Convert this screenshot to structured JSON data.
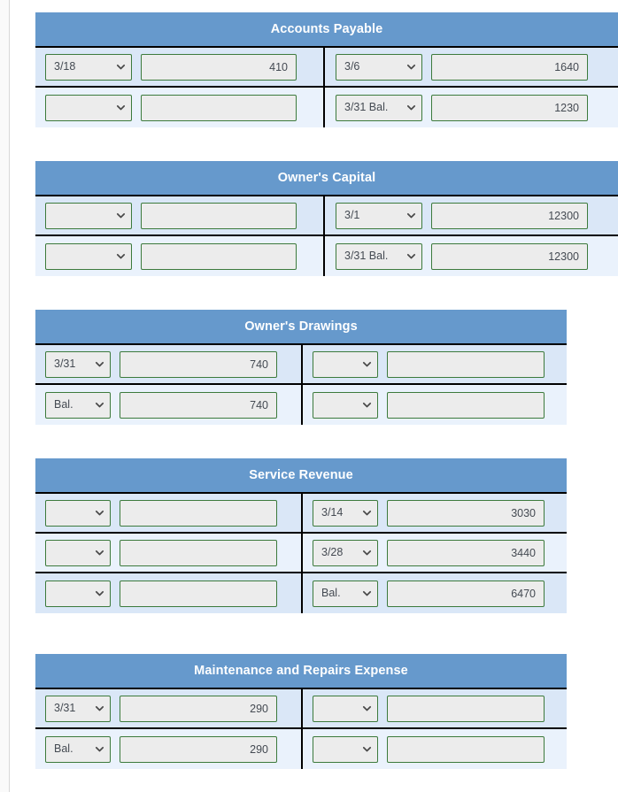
{
  "page": {
    "accent_header_color": "#6699cc",
    "row_odd_color": "#dae7f7",
    "row_even_color": "#eaf2fc",
    "field_fill_color": "#ececec",
    "field_border_color": "#3c7a3c",
    "divider_color": "#000000",
    "header_text_color": "#ffffff"
  },
  "icons": {
    "chevron_down": "chevron-down-icon"
  },
  "accounts": [
    {
      "title": "Accounts Payable",
      "width": "wide",
      "rows": [
        {
          "debit_date": "3/18",
          "debit_amount": "410",
          "credit_date": "3/6",
          "credit_amount": "1640"
        },
        {
          "debit_date": "",
          "debit_amount": "",
          "credit_date": "3/31 Bal.",
          "credit_amount": "1230"
        }
      ]
    },
    {
      "title": "Owner's Capital",
      "width": "wide",
      "rows": [
        {
          "debit_date": "",
          "debit_amount": "",
          "credit_date": "3/1",
          "credit_amount": "12300"
        },
        {
          "debit_date": "",
          "debit_amount": "",
          "credit_date": "3/31 Bal.",
          "credit_amount": "12300"
        }
      ]
    },
    {
      "title": "Owner's Drawings",
      "width": "narrow",
      "rows": [
        {
          "debit_date": "3/31",
          "debit_amount": "740",
          "credit_date": "",
          "credit_amount": ""
        },
        {
          "debit_date": "Bal.",
          "debit_amount": "740",
          "credit_date": "",
          "credit_amount": ""
        }
      ]
    },
    {
      "title": "Service Revenue",
      "width": "narrow",
      "rows": [
        {
          "debit_date": "",
          "debit_amount": "",
          "credit_date": "3/14",
          "credit_amount": "3030"
        },
        {
          "debit_date": "",
          "debit_amount": "",
          "credit_date": "3/28",
          "credit_amount": "3440"
        },
        {
          "debit_date": "",
          "debit_amount": "",
          "credit_date": "Bal.",
          "credit_amount": "6470"
        }
      ]
    },
    {
      "title": "Maintenance and Repairs Expense",
      "width": "narrow",
      "rows": [
        {
          "debit_date": "3/31",
          "debit_amount": "290",
          "credit_date": "",
          "credit_amount": ""
        },
        {
          "debit_date": "Bal.",
          "debit_amount": "290",
          "credit_date": "",
          "credit_amount": ""
        }
      ]
    }
  ]
}
